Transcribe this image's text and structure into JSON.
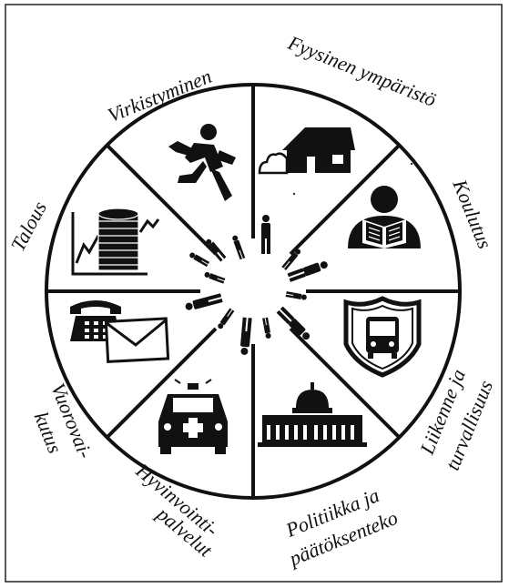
{
  "labels": {
    "virkistyminen": "Virkistyminen",
    "fyysinen": "Fyysinen ympäristö",
    "koulutus": "Koulutus",
    "liikenne_1": "Liikenne ja",
    "liikenne_2": "turvallisuus",
    "politiikka_1": "Politiikka ja",
    "politiikka_2": "päätöksenteko",
    "hyvinvointi_1": "Hyvinvointi-",
    "hyvinvointi_2": "palvelut",
    "vuorovai_1": "Vuorovai-",
    "vuorovai_2": "kutus",
    "talous": "Talous"
  },
  "segments": [
    {
      "id": "virkistyminen",
      "icon": "running-person-icon"
    },
    {
      "id": "fyysinen-ymparisto",
      "icon": "house-icon"
    },
    {
      "id": "koulutus",
      "icon": "reading-person-icon"
    },
    {
      "id": "liikenne-ja-turvallisuus",
      "icon": "bus-shield-icon"
    },
    {
      "id": "politiikka-ja-paatoksenteko",
      "icon": "capitol-building-icon"
    },
    {
      "id": "hyvinvointipalvelut",
      "icon": "ambulance-icon"
    },
    {
      "id": "vuorovaikutus",
      "icon": "telephone-envelope-icon"
    },
    {
      "id": "talous",
      "icon": "coins-chart-icon"
    }
  ]
}
